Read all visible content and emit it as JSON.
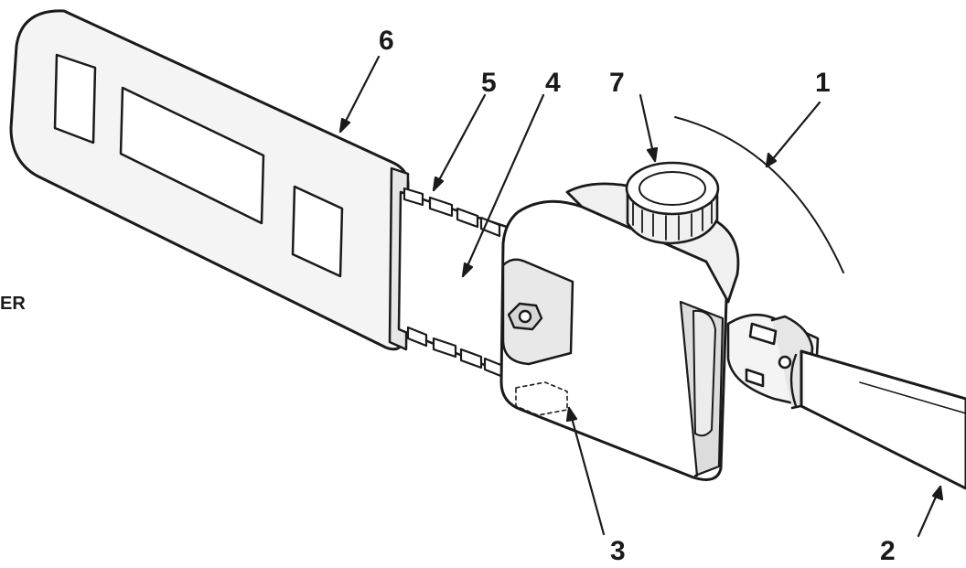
{
  "callouts": {
    "c1": "1",
    "c2": "2",
    "c3": "3",
    "c4": "4",
    "c5": "5",
    "c6": "6",
    "c7": "7"
  },
  "side_text": "ER",
  "colors": {
    "ink": "#1a1a1a",
    "fill_light": "#ffffff",
    "fill_shade": "#ebebeb",
    "fill_dark": "#cfcfcf"
  }
}
